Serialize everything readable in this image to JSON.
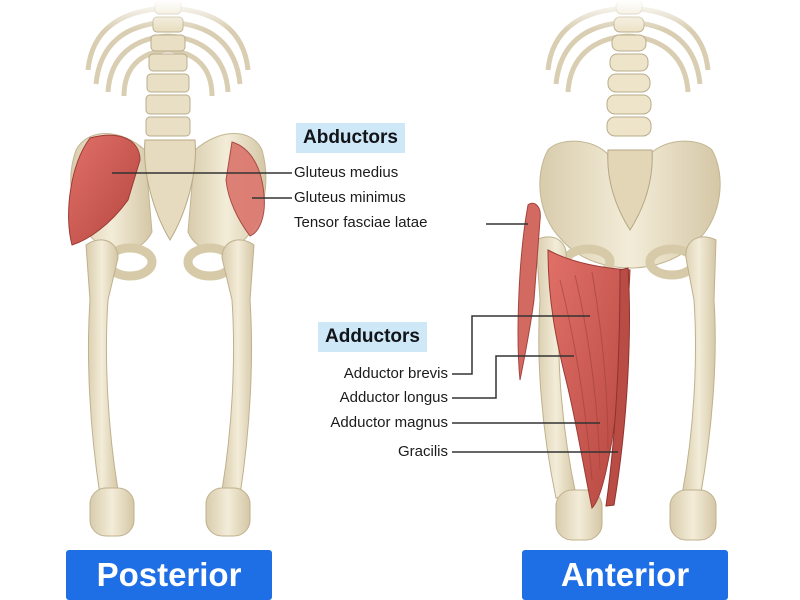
{
  "colors": {
    "bone": "#ede4cc",
    "bone_shadow": "#cfc3a3",
    "muscle": "#cf5b52",
    "muscle_dark": "#a9403a",
    "chip": "#cfe8f7",
    "label_blue": "#1e6ee6"
  },
  "groups": {
    "abductors": {
      "heading": "Abductors",
      "items": [
        "Gluteus medius",
        "Gluteus minimus",
        "Tensor fasciae latae"
      ]
    },
    "adductors": {
      "heading": "Adductors",
      "items": [
        "Adductor brevis",
        "Adductor longus",
        "Adductor magnus",
        "Gracilis"
      ]
    }
  },
  "views": {
    "posterior": "Posterior",
    "anterior": "Anterior"
  }
}
